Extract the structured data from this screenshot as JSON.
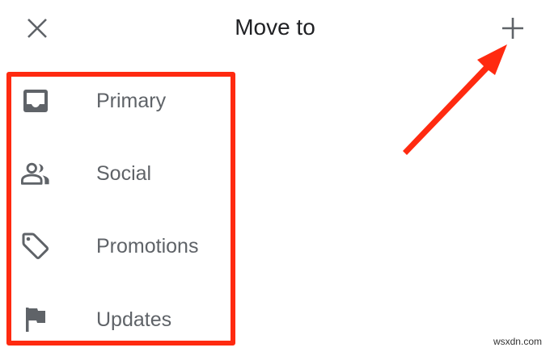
{
  "header": {
    "title": "Move to",
    "close_icon": "close-icon",
    "add_icon": "plus-icon"
  },
  "list": {
    "items": [
      {
        "label": "Primary",
        "icon": "inbox-icon"
      },
      {
        "label": "Social",
        "icon": "people-icon"
      },
      {
        "label": "Promotions",
        "icon": "tag-icon"
      },
      {
        "label": "Updates",
        "icon": "flag-icon"
      }
    ]
  },
  "annotations": {
    "highlight_color": "#ff2a10",
    "arrow_color": "#ff2a10"
  },
  "colors": {
    "icon": "#5f6368",
    "title_text": "#202124",
    "label_text": "#5f6368",
    "background": "#ffffff"
  },
  "watermark": "wsxdn.com"
}
